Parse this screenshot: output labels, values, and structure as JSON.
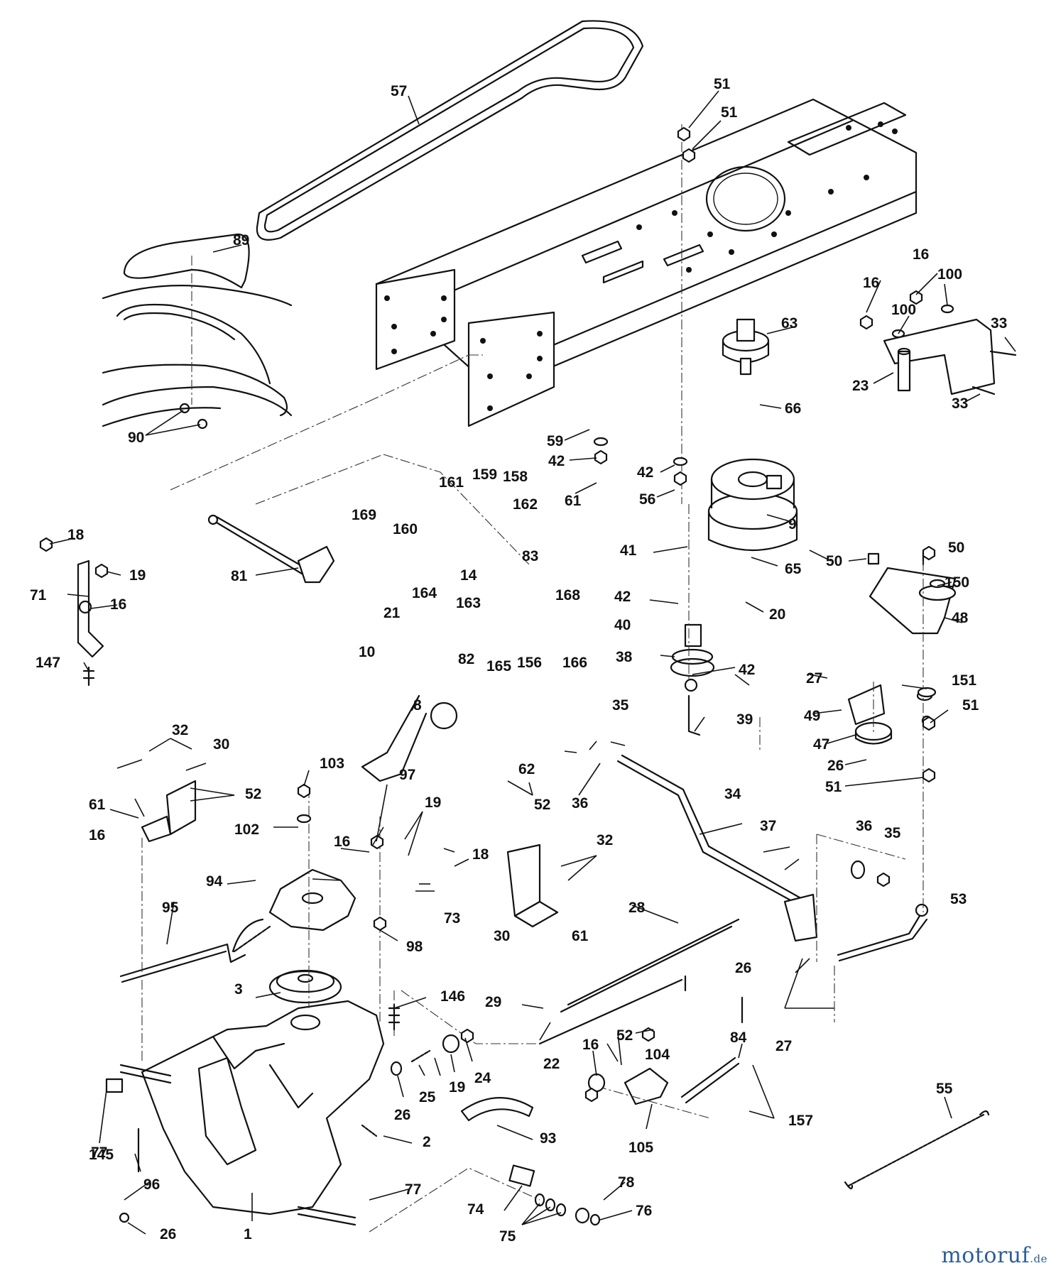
{
  "watermark": {
    "main": "motoruf",
    "tld": ".de"
  },
  "callouts": [
    "57",
    "51",
    "51",
    "89",
    "63",
    "16",
    "100",
    "16",
    "100",
    "33",
    "23",
    "33",
    "66",
    "90",
    "59",
    "42",
    "42",
    "61",
    "56",
    "9",
    "169",
    "161",
    "159",
    "158",
    "162",
    "160",
    "18",
    "83",
    "81",
    "19",
    "71",
    "16",
    "41",
    "65",
    "50",
    "50",
    "150",
    "14",
    "164",
    "42",
    "20",
    "48",
    "168",
    "163",
    "21",
    "40",
    "147",
    "82",
    "165",
    "156",
    "166",
    "38",
    "42",
    "27",
    "151",
    "10",
    "8",
    "51",
    "39",
    "35",
    "49",
    "47",
    "26",
    "62",
    "32",
    "30",
    "36",
    "51",
    "103",
    "97",
    "34",
    "61",
    "52",
    "16",
    "52",
    "19",
    "37",
    "102",
    "36",
    "35",
    "16",
    "18",
    "32",
    "94",
    "53",
    "73",
    "30",
    "61",
    "95",
    "28",
    "98",
    "26",
    "3",
    "146",
    "29",
    "84",
    "16",
    "52",
    "104",
    "27",
    "22",
    "77",
    "24",
    "19",
    "25",
    "26",
    "157",
    "2",
    "105",
    "93",
    "145",
    "55",
    "96",
    "77",
    "78",
    "74",
    "76",
    "1",
    "26",
    "75"
  ],
  "icons": [
    "v-belt",
    "tractor-frame",
    "seat-pan",
    "electric-pto-clutch",
    "transaxle",
    "extension-spring",
    "idler-pulley",
    "cooling-fan"
  ]
}
